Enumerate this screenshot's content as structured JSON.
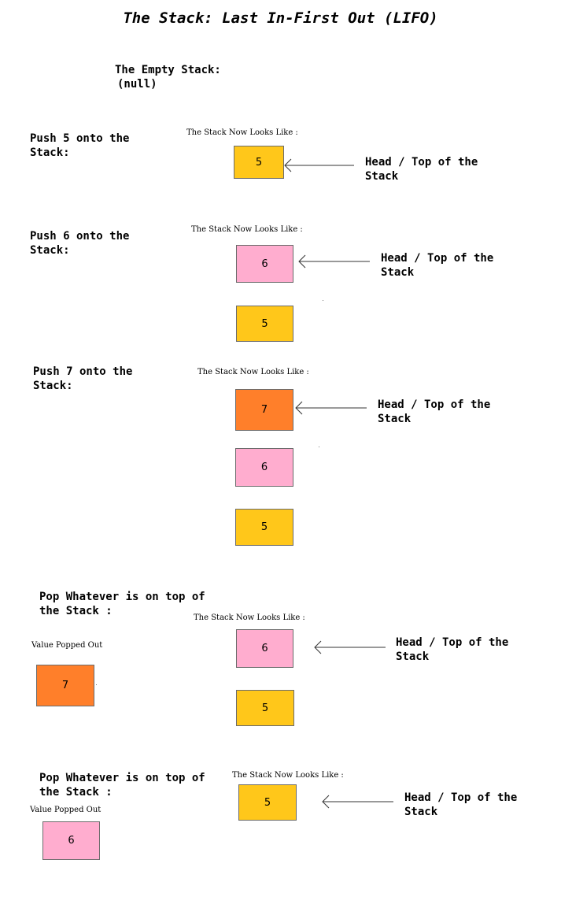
{
  "title": "The Stack: Last In-First Out (LIFO)",
  "empty": {
    "label": "The Empty Stack:",
    "value": "(null)"
  },
  "caption": "The Stack Now Looks Like :",
  "head_label": "Head / Top of the Stack",
  "popped_caption": "Value Popped Out",
  "colors": {
    "five": "#ffc71a",
    "six": "#ffadcf",
    "seven": "#ff7f2a"
  },
  "steps": [
    {
      "operation": "Push 5 onto the Stack:",
      "stack": [
        "5"
      ]
    },
    {
      "operation": "Push 6 onto the Stack:",
      "stack": [
        "6",
        "5"
      ]
    },
    {
      "operation": "Push 7 onto the Stack:",
      "stack": [
        "7",
        "6",
        "5"
      ]
    },
    {
      "operation": "Pop Whatever is on top of the Stack :",
      "popped": "7",
      "stack": [
        "6",
        "5"
      ]
    },
    {
      "operation": "Pop Whatever is on top of the Stack :",
      "popped": "6",
      "stack": [
        "5"
      ]
    }
  ]
}
